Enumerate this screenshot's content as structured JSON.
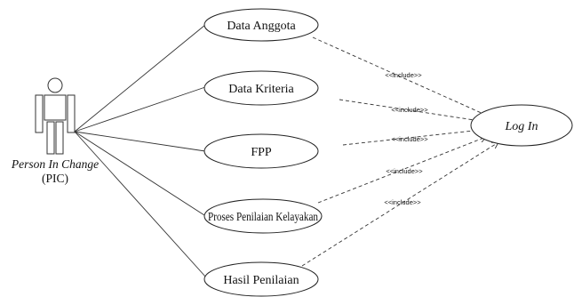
{
  "actor": {
    "name_line1": "Person In Change",
    "name_line2": "(PIC)"
  },
  "use_cases": [
    {
      "id": "data-anggota",
      "label": "Data Anggota"
    },
    {
      "id": "data-kriteria",
      "label": "Data Kriteria"
    },
    {
      "id": "fpp",
      "label": "FPP"
    },
    {
      "id": "proses-penilaian-kelayakan",
      "label": "Proses Penilaian Kelayakan"
    },
    {
      "id": "hasil-penilaian",
      "label": "Hasil Penilaian"
    }
  ],
  "included_use_case": {
    "id": "log-in",
    "label": "Log In"
  },
  "relations": [
    {
      "from": "data-anggota",
      "to": "log-in",
      "type": "<<include>>"
    },
    {
      "from": "data-kriteria",
      "to": "log-in",
      "type": "<<include>>"
    },
    {
      "from": "fpp",
      "to": "log-in",
      "type": "<<include>>"
    },
    {
      "from": "proses-penilaian-kelayakan",
      "to": "log-in",
      "type": "<<include>>"
    },
    {
      "from": "hasil-penilaian",
      "to": "log-in",
      "type": "<<include>>"
    }
  ]
}
